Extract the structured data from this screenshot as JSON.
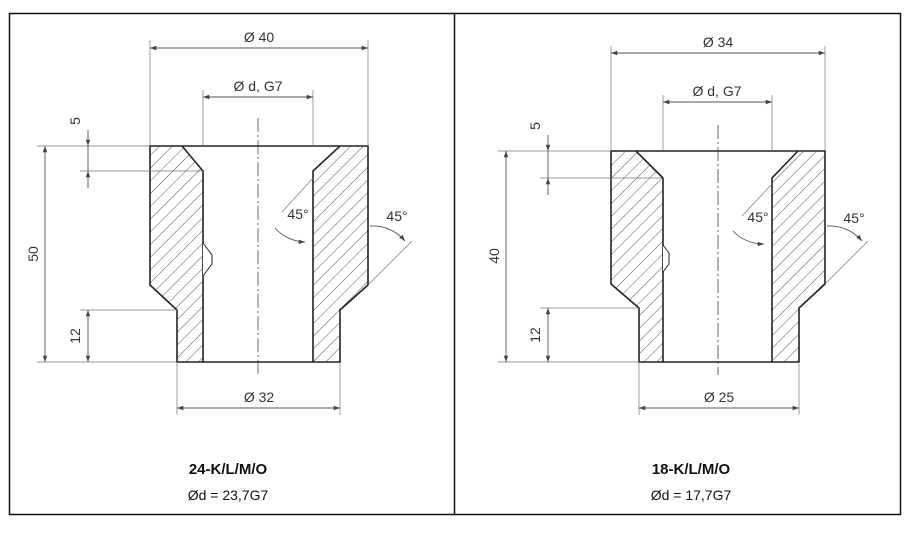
{
  "panels": [
    {
      "outer_dia_label": "Ø 40",
      "bore_label": "Ø d, G7",
      "chamfer_label": "5",
      "height_label": "50",
      "step_label": "12",
      "bottom_dia_label": "Ø 32",
      "angle_inner_label": "45°",
      "angle_outer_label": "45°",
      "model": "24-K/L/M/O",
      "spec": "Ød = 23,7G7"
    },
    {
      "outer_dia_label": "Ø 34",
      "bore_label": "Ø d, G7",
      "chamfer_label": "5",
      "height_label": "40",
      "step_label": "12",
      "bottom_dia_label": "Ø 25",
      "angle_inner_label": "45°",
      "angle_outer_label": "45°",
      "model": "18-K/L/M/O",
      "spec": "Ød = 17,7G7"
    }
  ]
}
